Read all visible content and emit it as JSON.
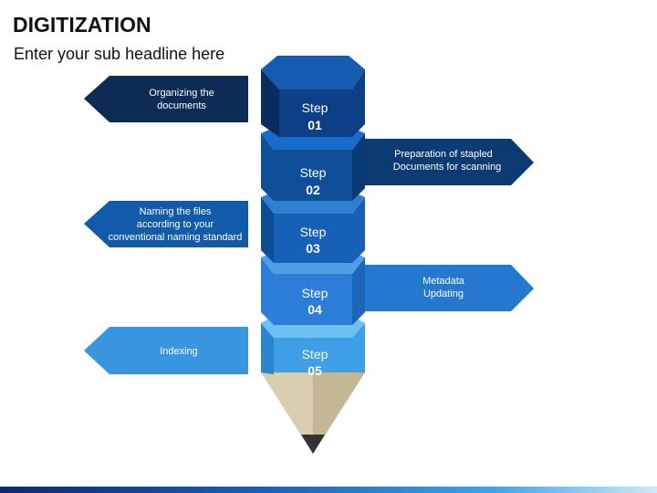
{
  "title": "DIGITIZATION",
  "subtitle": "Enter your sub headline here",
  "steps": [
    {
      "step_label": "Step",
      "number": "01",
      "text": [
        "Organizing the",
        "documents"
      ],
      "side": "left",
      "color": "#0d3f86"
    },
    {
      "step_label": "Step",
      "number": "02",
      "text": [
        "Preparation of stapled",
        "Documents for scanning"
      ],
      "side": "right",
      "color": "#0f4f99"
    },
    {
      "step_label": "Step",
      "number": "03",
      "text": [
        "Naming the files",
        "according to your",
        "conventional naming standard"
      ],
      "side": "left",
      "color": "#1660b8"
    },
    {
      "step_label": "Step",
      "number": "04",
      "text": [
        "Metadata",
        "Updating"
      ],
      "side": "right",
      "color": "#2a7ed8"
    },
    {
      "step_label": "Step",
      "number": "05",
      "text": [
        "Indexing"
      ],
      "side": "left",
      "color": "#3e9ee6"
    }
  ],
  "arrow_colors": [
    "#0c2b55",
    "#0c3b73",
    "#125bab",
    "#2478d0",
    "#3a95df"
  ],
  "pencil_tip_color": "#d9cfb0",
  "lead_color": "#333333"
}
